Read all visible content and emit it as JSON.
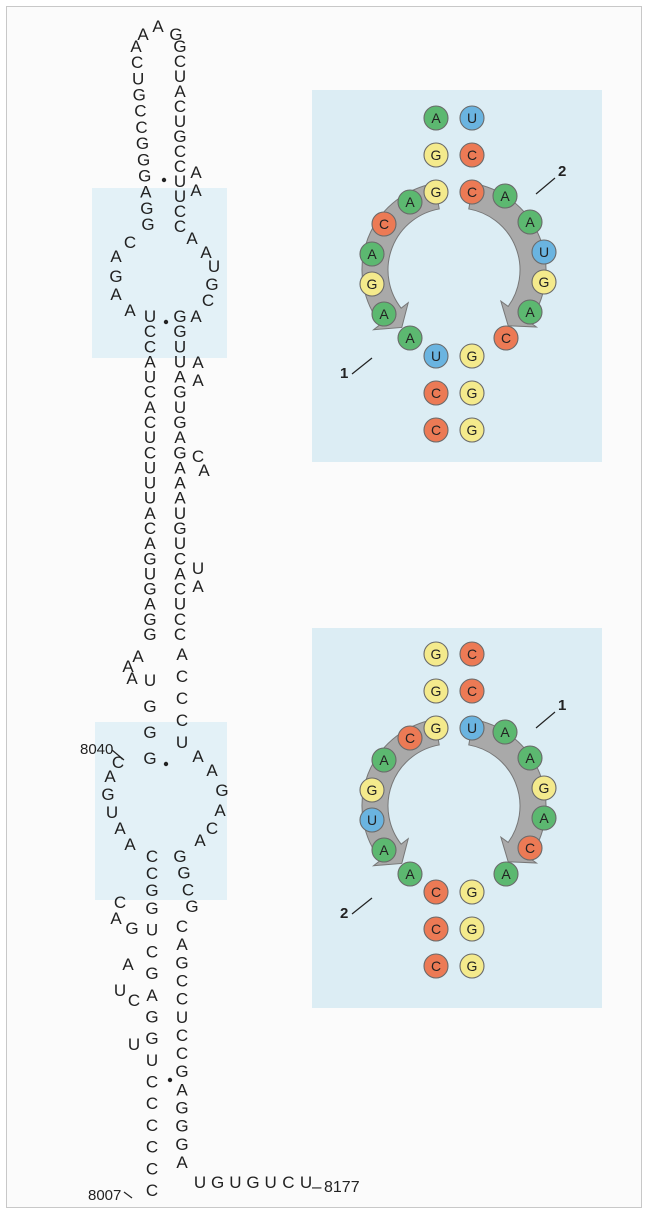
{
  "hairpin": {
    "left_strand_top_down": "ACUGCCGGGAGG",
    "right_strand_top_down": "GCUACUGCCUUCC",
    "apex": "AAG",
    "right_bulge": "AA",
    "loop1_left": "CAGAA",
    "loop1_right": "AAUGCA",
    "stem2_left_top_down": "UCCAUCACUCUUUACAGUGAGG",
    "stem2_right_top_down": "GGUUAGUGAGAAAUGUCACUCCACCCU",
    "bulge_right_1": "AA",
    "bulge_right_2": "CA",
    "bulge_right_3": "UA",
    "bulge_left_1": "AAA",
    "stem3_left_top_down": "UGGG",
    "loop2_left": "CAGUAA",
    "loop2_right": "AAGACA",
    "stem4_left_top_down": "CCG",
    "stem4_right_top_down": "GGCG",
    "bulge_left_2": "CAG",
    "stem5_left_top_down": "GUCGAGGUCCCCCC",
    "stem5_right_top_down": "CAGCCUCCGAGGGA",
    "bulge_left_3": "AUC",
    "bulge_left_4": "U",
    "tail_3prime": "UGUGUCU",
    "label_5prime": "8007",
    "label_3prime": "8177",
    "label_loop": "8040"
  },
  "panel_top": {
    "stem_top": [
      [
        "A",
        "U"
      ],
      [
        "G",
        "C"
      ],
      [
        "G",
        "C"
      ]
    ],
    "stem_bottom": [
      [
        "U",
        "G"
      ],
      [
        "C",
        "G"
      ],
      [
        "C",
        "G"
      ]
    ],
    "ring_left": [
      "A",
      "C",
      "A",
      "G",
      "A",
      "A"
    ],
    "ring_right": [
      "A",
      "A",
      "U",
      "G",
      "A",
      "C"
    ],
    "arrow_left_label": "1",
    "arrow_right_label": "2"
  },
  "panel_bottom": {
    "stem_top": [
      [
        "G",
        "C"
      ],
      [
        "G",
        "C"
      ],
      [
        "G",
        "U"
      ]
    ],
    "stem_bottom": [
      [
        "C",
        "G"
      ],
      [
        "C",
        "G"
      ],
      [
        "C",
        "G"
      ]
    ],
    "ring_left": [
      "C",
      "A",
      "G",
      "U",
      "A",
      "A"
    ],
    "ring_right": [
      "A",
      "A",
      "G",
      "A",
      "C",
      "A"
    ],
    "arrow_left_label": "2",
    "arrow_right_label": "1"
  },
  "colors": {
    "A": "#5cb870",
    "U": "#6ab4e0",
    "G": "#f4ea8c",
    "C": "#ec7a55",
    "panel_bg": "#dcedf4",
    "arrow": "#a9a9a9"
  }
}
